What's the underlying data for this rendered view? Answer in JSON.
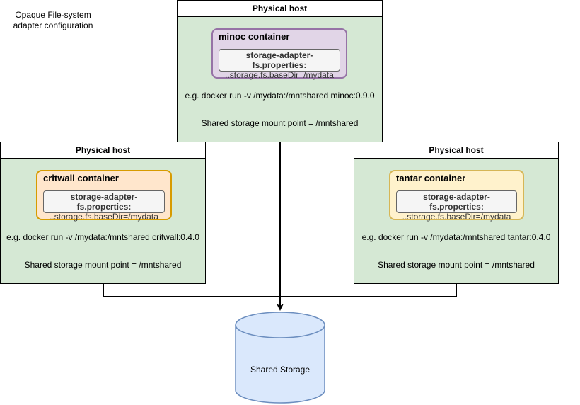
{
  "caption": "Opaque File-system adapter configuration",
  "hosts": {
    "top": {
      "title": "Physical host",
      "container_title": "minoc container",
      "props_key": "storage-adapter-fs.properties:",
      "props_value": "..storage.fs.baseDir=/mydata",
      "docker_cmd": "e.g. docker run -v /mydata:/mntshared minoc:0.9.0",
      "mount_point": "Shared storage mount point = /mntshared"
    },
    "left": {
      "title": "Physical host",
      "container_title": "critwall container",
      "props_key": "storage-adapter-fs.properties:",
      "props_value": "..storage.fs.baseDir=/mydata",
      "docker_cmd": "e.g. docker run -v /mydata:/mntshared critwall:0.4.0",
      "mount_point": "Shared storage mount point = /mntshared"
    },
    "right": {
      "title": "Physical host",
      "container_title": "tantar container",
      "props_key": "storage-adapter-fs.properties:",
      "props_value": "..storage.fs.baseDir=/mydata",
      "docker_cmd": "e.g. docker run -v /mydata:/mntshared tantar:0.4.0",
      "mount_point": "Shared storage mount point = /mntshared"
    }
  },
  "storage": {
    "label": "Shared Storage"
  },
  "colors": {
    "host_fill": "#d5e8d4",
    "minoc_fill": "#e1d5e7",
    "minoc_stroke": "#9673a6",
    "critwall_fill": "#ffe6cc",
    "critwall_stroke": "#d79b00",
    "tantar_fill": "#fff2cc",
    "tantar_stroke": "#d6b656",
    "storage_fill": "#dae8fc",
    "storage_stroke": "#6c8ebf"
  }
}
